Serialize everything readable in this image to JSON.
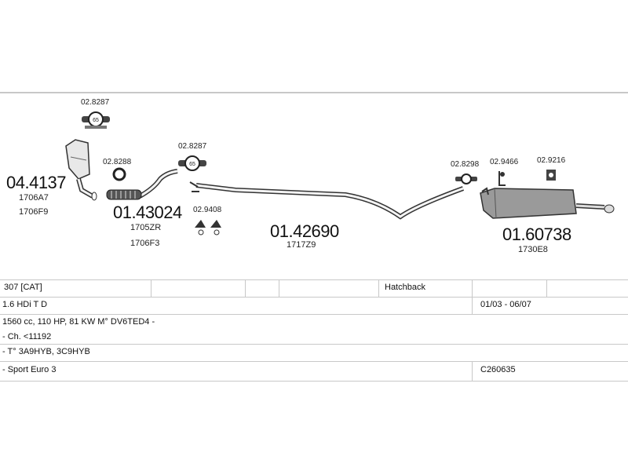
{
  "parts": {
    "catalyst_code": "04.4137",
    "catalyst_ref1": "1706A7",
    "catalyst_ref2": "1706F9",
    "clamp_top_cat": "02.8287",
    "clamp_top_mid": "02.8287",
    "ring_gasket": "02.8288",
    "flex_pipe_code": "01.43024",
    "flex_pipe_ref1": "1705ZR",
    "flex_pipe_ref2": "1706F3",
    "mount_kit": "02.9408",
    "middle_pipe_code": "01.42690",
    "middle_pipe_ref": "1717Z9",
    "clamp_rear": "02.8298",
    "rubber_mount_1": "02.9466",
    "rubber_mount_2": "02.9216",
    "rear_silencer_code": "01.60738",
    "rear_silencer_ref": "1730E8",
    "clamp_icon_text": "65"
  },
  "spec": {
    "model": "307  [CAT]",
    "body": "Hatchback",
    "engine": "1.6 HDi T D",
    "date_range": "01/03 - 06/07",
    "details": "1560 cc, 110 HP, 81 KW M° DV6TED4 -",
    "chassis": "- Ch. <11192",
    "types": "- T° 3A9HYB, 3C9HYB",
    "version": "- Sport  Euro 3",
    "catalog_no": "C260635"
  }
}
